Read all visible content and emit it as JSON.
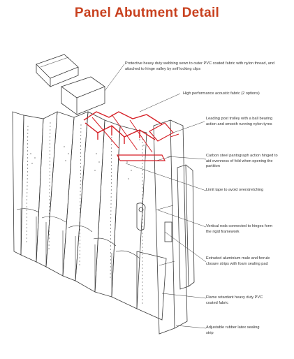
{
  "title": "Panel Abutment Detail",
  "colors": {
    "title": "#c8401e",
    "accent": "#d61f26",
    "line": "#3a3a3a",
    "text": "#333333"
  },
  "callouts": [
    {
      "id": "webbing",
      "text": "Protective heavy duty webbing sewn to outer PVC coated fabric with nylon thread, and attached to hinge valley by self locking clips"
    },
    {
      "id": "acoustic",
      "text": "High performance acoustic fabric (2 options)"
    },
    {
      "id": "trolley",
      "text": "Leading post trolley with a ball bearing action and smooth running nylon tyres"
    },
    {
      "id": "pantograph",
      "text": "Carbon steel pantograph action hinged to aid evenness of fold when opening the partition"
    },
    {
      "id": "limit",
      "text": "Limit tape to avoid overstretching"
    },
    {
      "id": "rods",
      "text": "Vertical rods connected to hinges form the rigid framework"
    },
    {
      "id": "extruded",
      "text": "Extruded aluminium male and ferrule closure strips with foam sealing pad"
    },
    {
      "id": "fabric",
      "text": "Flame retardant heavy duty PVC coated fabric"
    },
    {
      "id": "rubber",
      "text": "Adjustable rubber latex sealing strip"
    }
  ]
}
